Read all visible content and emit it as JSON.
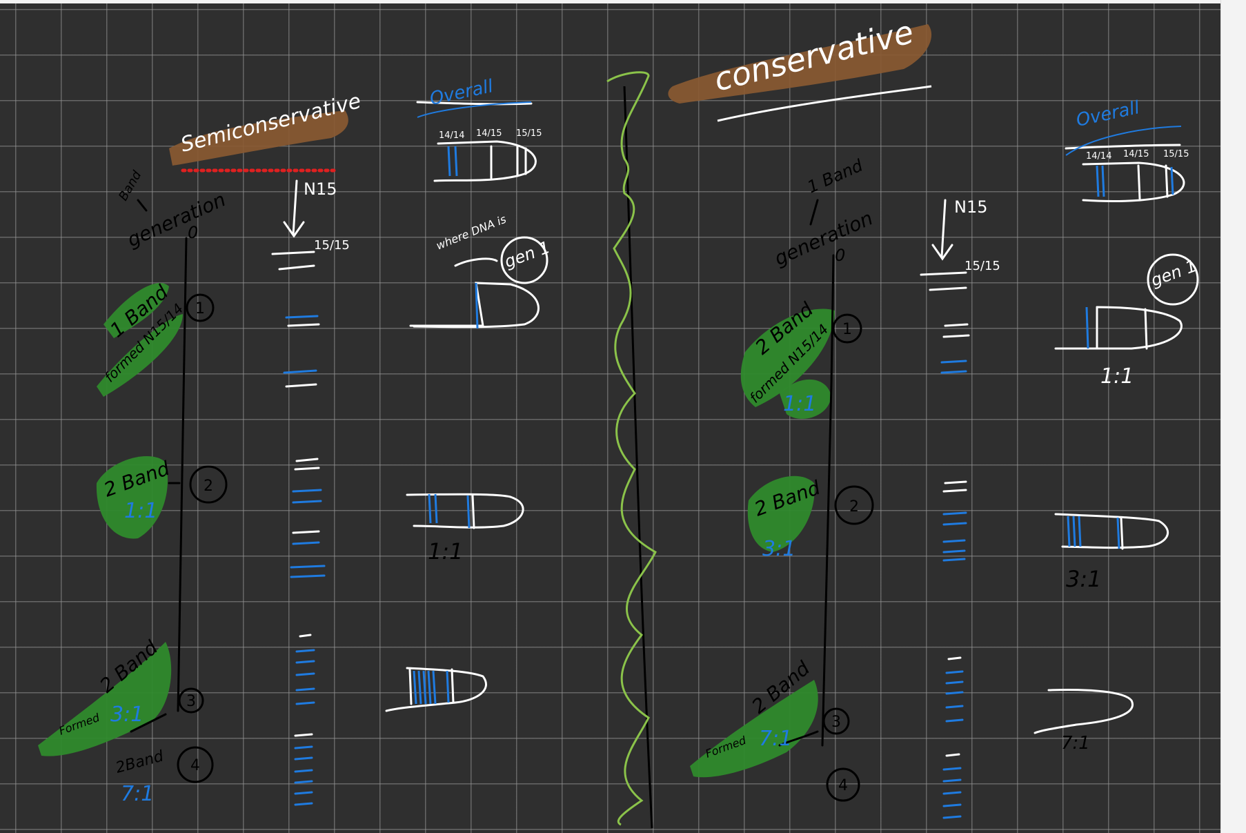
{
  "left": {
    "heading": "Semiconservative",
    "overall": "Overall",
    "n_label": "N15",
    "gen_label": "generation",
    "gen_zero": "0",
    "band_label": "Band",
    "gen1_note": "where DNA is",
    "gen1_circle": "gen 1",
    "marks": [
      "1",
      "2",
      "3",
      "4"
    ],
    "green_1": "1 Band",
    "green_1b": "formed N15/14",
    "green_2": "2 Band",
    "green_2_ratio": "1:1",
    "green_3": "2 Band",
    "green_3_ratio": "3:1",
    "green_3_side": "Formed",
    "gen4_label": "2Band",
    "gen4_ratio": "7:1",
    "ratio_gen2": "1:1",
    "tube_labels": [
      "14/14",
      "14/15",
      "15/15"
    ]
  },
  "right": {
    "heading": "conservative",
    "overall": "Overall",
    "n_label": "N15",
    "gen_label": "generation",
    "gen_zero": "0",
    "band_label": "1 Band",
    "gen1_circle": "gen 1",
    "marks": [
      "1",
      "2",
      "3",
      "4"
    ],
    "green_1": "2 Band",
    "green_1b": "formed N15/14",
    "green_1_ratio": "1:1",
    "green_2": "2 Band",
    "green_2_ratio": "3:1",
    "green_3": "2 Band",
    "green_3_ratio": "7:1",
    "green_3_side": "Formed",
    "ratio_gen1": "1:1",
    "ratio_gen2": "3:1",
    "ratio_gen3": "7:1",
    "tube_labels": [
      "14/14",
      "14/15",
      "15/15"
    ]
  },
  "colors": {
    "background": "#2f2f2f",
    "grid": "#8f8f8f",
    "ink_white": "#ffffff",
    "ink_black": "#000000",
    "ink_blue": "#1f7be0",
    "highlight_green": "#2f8a2c",
    "highlight_brown": "#8a5a32",
    "divider_green": "#8bc34a",
    "dotted_red": "#e02020"
  }
}
